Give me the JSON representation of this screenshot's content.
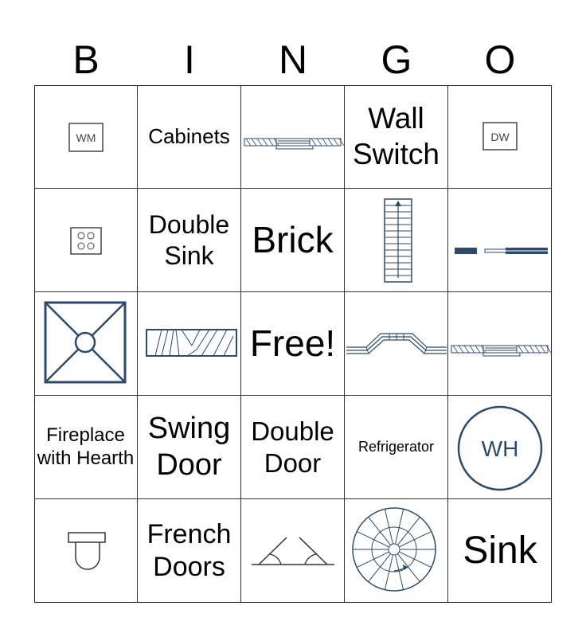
{
  "header": [
    "B",
    "I",
    "N",
    "G",
    "O"
  ],
  "icon_color": "#2d4a6b",
  "cells": [
    {
      "icon": "washing-machine",
      "label": "WM"
    },
    {
      "text": "Cabinets",
      "size": 26
    },
    {
      "icon": "window"
    },
    {
      "text": "Wall Switch",
      "size": 37
    },
    {
      "icon": "dishwasher",
      "label": "DW"
    },
    {
      "icon": "cooktop"
    },
    {
      "text": "Double Sink",
      "size": 32
    },
    {
      "text": "Brick",
      "size": 46
    },
    {
      "icon": "stairs"
    },
    {
      "icon": "wall-opening"
    },
    {
      "icon": "shower"
    },
    {
      "icon": "wood"
    },
    {
      "text": "Free!",
      "size": 46
    },
    {
      "icon": "bay-window"
    },
    {
      "icon": "window"
    },
    {
      "text": "Fireplace with Hearth",
      "size": 24
    },
    {
      "text": "Swing Door",
      "size": 38
    },
    {
      "text": "Double Door",
      "size": 33
    },
    {
      "text": "Refrigerator",
      "size": 18
    },
    {
      "icon": "water-heater",
      "label": "WH"
    },
    {
      "icon": "toilet"
    },
    {
      "text": "French Doors",
      "size": 34
    },
    {
      "icon": "angle-doors"
    },
    {
      "icon": "spiral-stairs"
    },
    {
      "text": "Sink",
      "size": 48
    }
  ]
}
